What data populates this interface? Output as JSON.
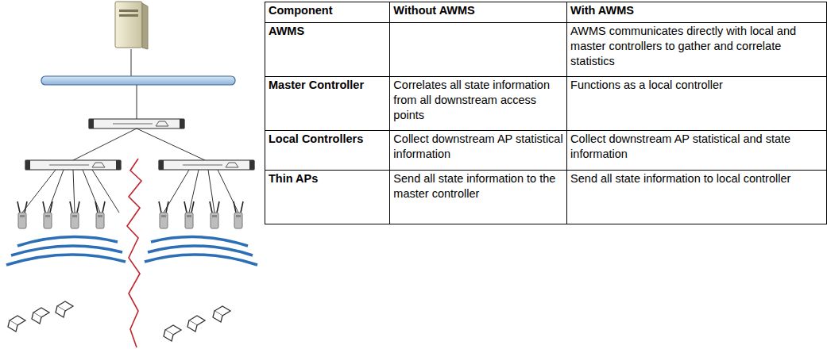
{
  "diagram": {
    "labels": [
      "Component",
      "Without AWMS",
      "With AWMS",
      "AWMS",
      "AWMS communicates directly with local and master controllers to gather and correlate statistics",
      "Master Controller",
      "Correlates all state information from all downstream access points",
      "Functions as a local controller",
      "Local Controllers",
      "Collect downstream AP statistical information",
      "Collect downstream AP statistical and state information",
      "Thin APs",
      "Send all state information to the master controller",
      "Send all state information to local controller"
    ]
  }
}
